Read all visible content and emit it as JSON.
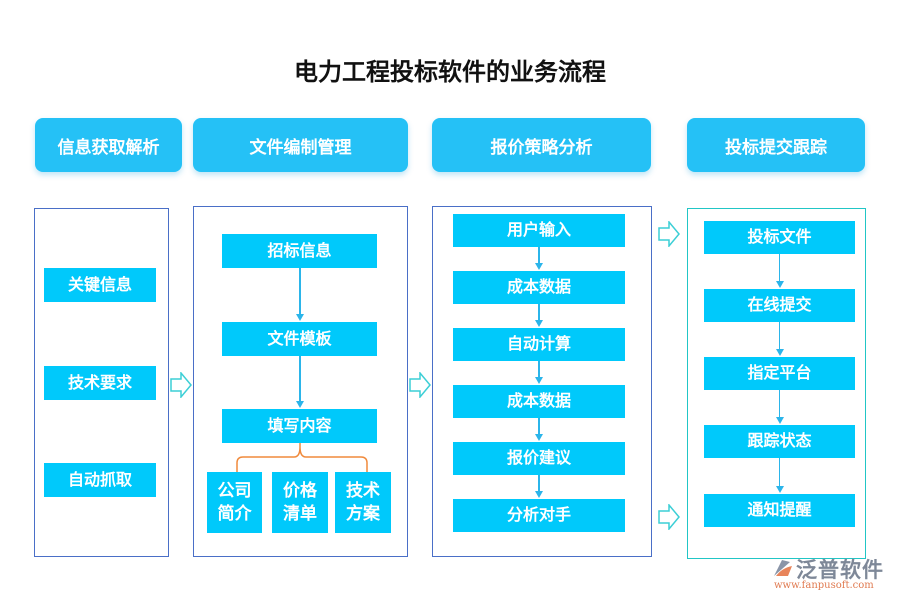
{
  "title": "电力工程投标软件的业务流程",
  "columns": [
    {
      "header": "信息获取解析",
      "items": [
        "关键信息",
        "技术要求",
        "自动抓取"
      ]
    },
    {
      "header": "文件编制管理",
      "items": [
        "招标信息",
        "文件模板",
        "填写内容"
      ],
      "sub_items": [
        "公司\n简介",
        "价格\n清单",
        "技术\n方案"
      ]
    },
    {
      "header": "报价策略分析",
      "items": [
        "用户输入",
        "成本数据",
        "自动计算",
        "成本数据",
        "报价建议",
        "分析对手"
      ]
    },
    {
      "header": "投标提交跟踪",
      "items": [
        "投标文件",
        "在线提交",
        "指定平台",
        "跟踪状态",
        "通知提醒"
      ]
    }
  ],
  "logo": {
    "name": "泛普软件",
    "url": "www.fanpusoft.com"
  },
  "colors": {
    "header": "#25c1f6",
    "box": "#00c9fb",
    "border": "#4a6fc7",
    "border_last": "#21c6c6",
    "brace": "#f08a3c"
  }
}
